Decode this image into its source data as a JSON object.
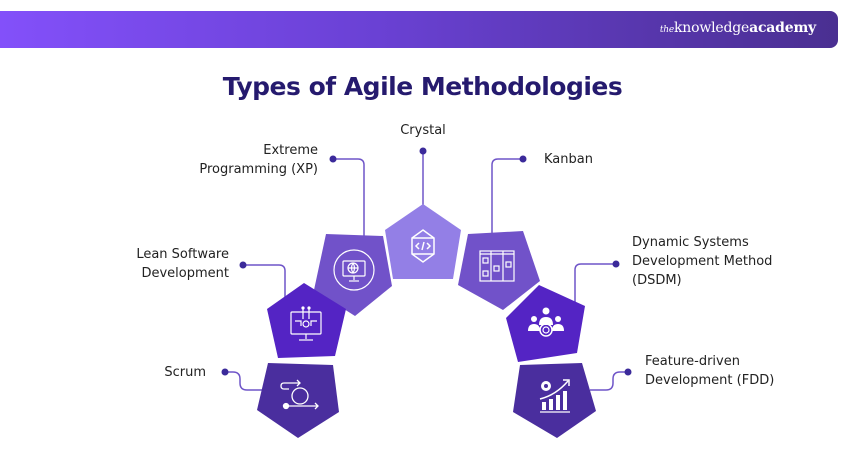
{
  "header": {
    "brand_the": "the",
    "brand_knowledge": "knowledge",
    "brand_academy": "academy",
    "banner_gradient": [
      "#8350fa",
      "#4a2f91"
    ]
  },
  "title": "Types of Agile Methodologies",
  "colors": {
    "title": "#251a6e",
    "connector": "#6f55c8",
    "dot": "#3b2a9a",
    "pent_light": "#937fe6",
    "pent_mid": "#7152c9",
    "pent_violet": "#5424c4",
    "pent_indigo": "#4a2e9e"
  },
  "methodologies": [
    {
      "id": "scrum",
      "label": "Scrum",
      "icon": "scrum-cycle-icon",
      "color": "#4a2e9e"
    },
    {
      "id": "lean",
      "label": "Lean Software\nDevelopment",
      "icon": "monitor-circuit-gear-icon",
      "color": "#5424c4"
    },
    {
      "id": "xp",
      "label": "Extreme\nProgramming (XP)",
      "icon": "monitor-globe-icon",
      "color": "#7152c9"
    },
    {
      "id": "crystal",
      "label": "Crystal",
      "icon": "crystal-code-icon",
      "color": "#937fe6"
    },
    {
      "id": "kanban",
      "label": "Kanban",
      "icon": "kanban-board-icon",
      "color": "#7152c9"
    },
    {
      "id": "dsdm",
      "label": "Dynamic Systems\nDevelopment Method\n(DSDM)",
      "icon": "team-refresh-icon",
      "color": "#5424c4"
    },
    {
      "id": "fdd",
      "label": "Feature-driven\nDevelopment (FDD)",
      "icon": "gear-growth-chart-icon",
      "color": "#4a2e9e"
    }
  ]
}
